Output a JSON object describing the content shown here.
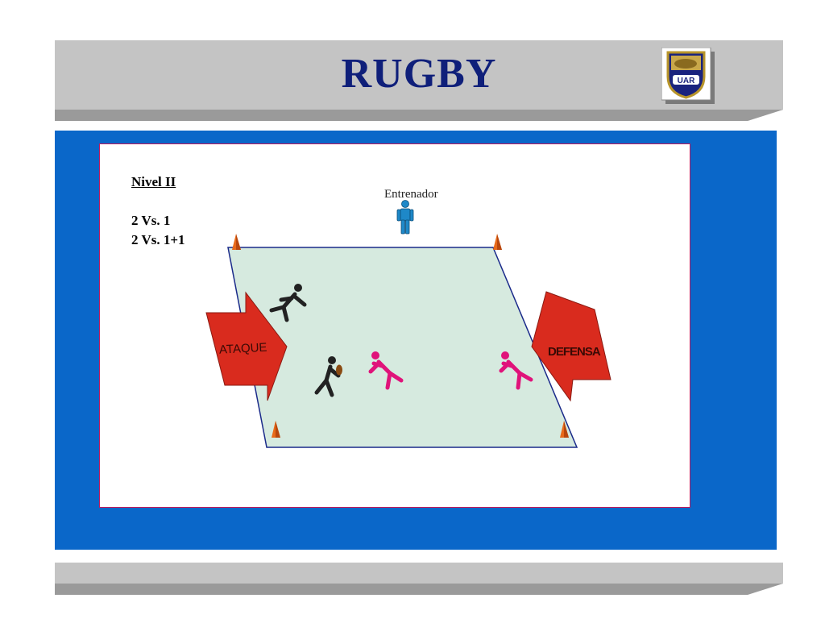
{
  "header": {
    "title": "RUGBY",
    "logo_text": "UAR"
  },
  "card": {
    "level_title": "Nivel II",
    "lines": [
      "2 Vs. 1",
      "2 Vs. 1+1"
    ]
  },
  "field": {
    "coach_label": "Entrenador",
    "attack_label": "ATAQUE",
    "defense_label": "DEFENSA"
  },
  "colors": {
    "title": "#0f1f7a",
    "panel": "#0a67c9",
    "field": "#d6eadf",
    "arrow": "#d92b1e",
    "cone": "#e86a1a",
    "attacker": "#222222",
    "defender": "#e0137a",
    "coach": "#1e88c8"
  }
}
